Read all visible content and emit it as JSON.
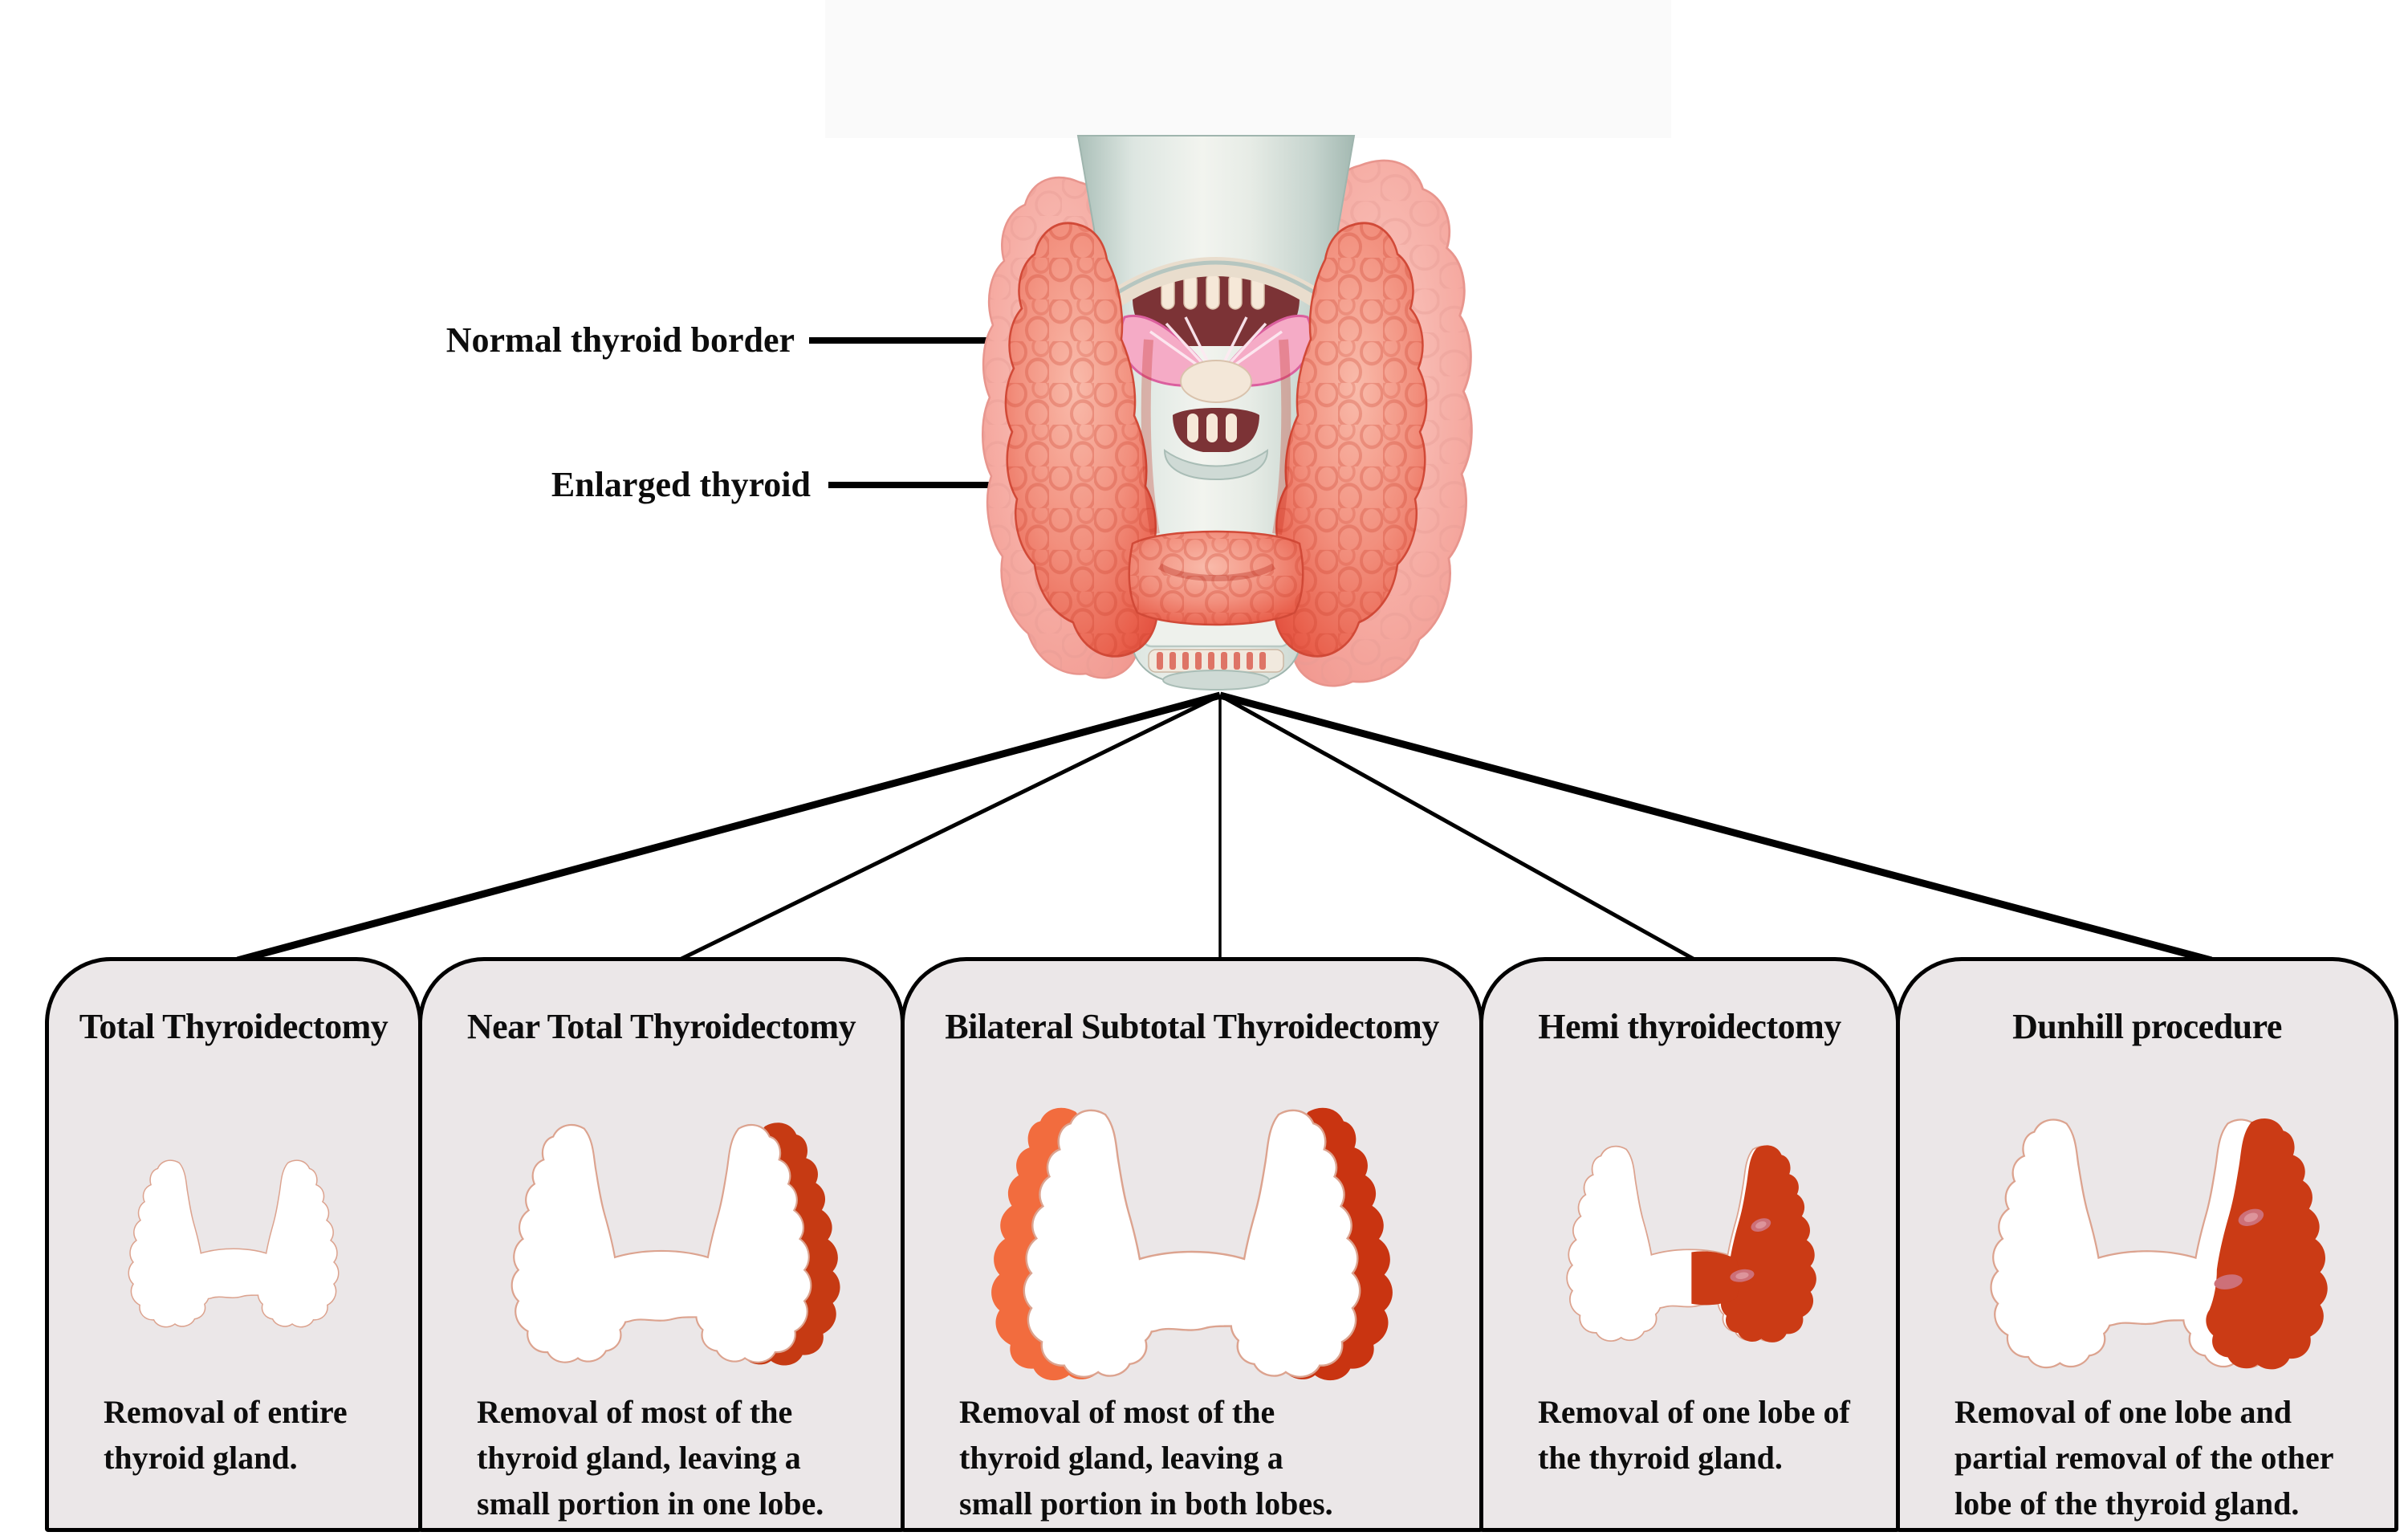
{
  "diagram": {
    "subject": "thyroid-surgery-types",
    "top_illustration": {
      "labels": [
        {
          "id": "normal-border",
          "text": "Normal thyroid border"
        },
        {
          "id": "enlarged",
          "text": "Enlarged thyroid"
        }
      ]
    },
    "procedures": [
      {
        "title": "Total Thyroidectomy",
        "description": "Removal of entire\nthyroid gland.",
        "variant": "total"
      },
      {
        "title": "Near Total Thyroidectomy",
        "description": "Removal of most of the\nthyroid gland, leaving a\nsmall portion in one lobe.",
        "variant": "near-total"
      },
      {
        "title": "Bilateral Subtotal Thyroidectomy",
        "description": "Removal of most of the\nthyroid gland, leaving a\nsmall portion in both lobes.",
        "variant": "bilateral-subtotal"
      },
      {
        "title": "Hemi thyroidectomy",
        "description": "Removal of one lobe of\nthe thyroid gland.",
        "variant": "hemi"
      },
      {
        "title": "Dunhill procedure",
        "description": "Removal of one lobe and\npartial removal of the other\nlobe of the thyroid gland.",
        "variant": "dunhill"
      }
    ],
    "colors": {
      "page_bg": "#ffffff",
      "card_bg": "#ebe7e8",
      "card_border": "#000000",
      "line_color": "#000000",
      "text_color": "#0d0d0d",
      "thyroid_outline": "#dca38f",
      "thyroid_fill": "#ffffff",
      "remnant_dark_red": "#c63a13",
      "remnant_orange": "#f26c3e",
      "lobe_red": "#cb3b15",
      "spot_color": "#cd7078",
      "band_bg": "#fafafa"
    }
  }
}
